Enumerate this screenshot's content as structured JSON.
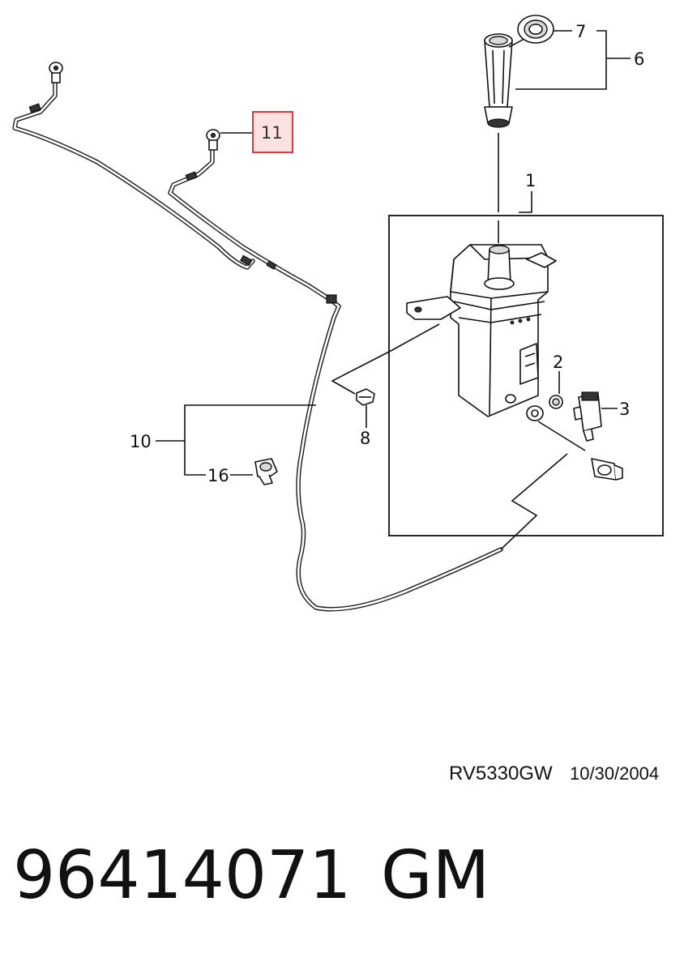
{
  "diagram": {
    "callouts": {
      "c1": "1",
      "c2": "2",
      "c3": "3",
      "c6": "6",
      "c7": "7",
      "c8": "8",
      "c10": "10",
      "c11": "11",
      "c16": "16"
    },
    "highlighted_callout": "11",
    "highlight_color": "#e53935",
    "highlight_fill": "#fde2e2",
    "drawing_id": "RV5330GW",
    "drawing_date": "10/30/2004"
  },
  "footer": {
    "part_number": "96414071",
    "brand": "GM"
  }
}
